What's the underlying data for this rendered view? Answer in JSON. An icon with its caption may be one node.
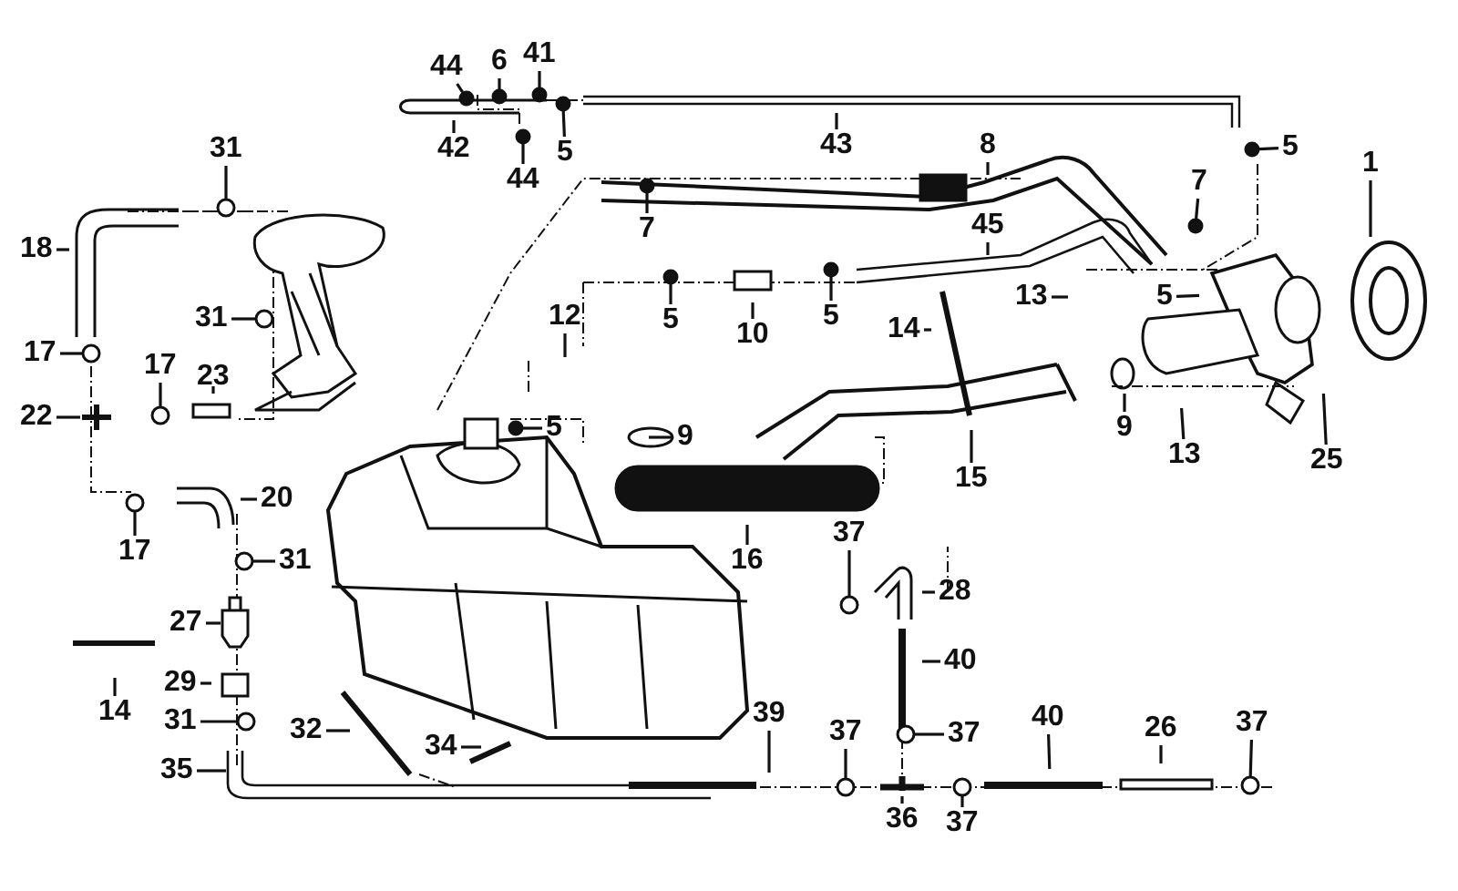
{
  "diagram": {
    "nodes": [
      {
        "text": [
          "44"
        ]
      },
      {
        "text": [
          "6"
        ]
      },
      {
        "text": [
          "41"
        ]
      },
      {
        "text": [
          "42"
        ]
      },
      {
        "text": [
          "44"
        ]
      },
      {
        "text": [
          "5"
        ]
      },
      {
        "text": [
          "43"
        ]
      },
      {
        "text": [
          "8"
        ]
      },
      {
        "text": [
          "5"
        ]
      },
      {
        "text": [
          "1"
        ]
      },
      {
        "text": [
          "31"
        ]
      },
      {
        "text": [
          "18"
        ]
      },
      {
        "text": [
          "7"
        ]
      },
      {
        "text": [
          "7"
        ]
      },
      {
        "text": [
          "45"
        ]
      },
      {
        "text": [
          "13"
        ]
      },
      {
        "text": [
          "5"
        ]
      },
      {
        "text": [
          "5"
        ]
      },
      {
        "text": [
          "10"
        ]
      },
      {
        "text": [
          "5"
        ]
      },
      {
        "text": [
          "14"
        ]
      },
      {
        "text": [
          "12"
        ]
      },
      {
        "text": [
          "31"
        ]
      },
      {
        "text": [
          "17"
        ]
      },
      {
        "text": [
          "17"
        ]
      },
      {
        "text": [
          "23"
        ]
      },
      {
        "text": [
          "22"
        ]
      },
      {
        "text": [
          "5"
        ]
      },
      {
        "text": [
          "9"
        ]
      },
      {
        "text": [
          "9"
        ]
      },
      {
        "text": [
          "13"
        ]
      },
      {
        "text": [
          "15"
        ]
      },
      {
        "text": [
          "25"
        ]
      },
      {
        "text": [
          "16"
        ]
      },
      {
        "text": [
          "20"
        ]
      },
      {
        "text": [
          "17"
        ]
      },
      {
        "text": [
          "31"
        ]
      },
      {
        "text": [
          "37"
        ]
      },
      {
        "text": [
          "28"
        ]
      },
      {
        "text": [
          "27"
        ]
      },
      {
        "text": [
          "14"
        ]
      },
      {
        "text": [
          "40"
        ]
      },
      {
        "text": [
          "29"
        ]
      },
      {
        "text": [
          "31"
        ]
      },
      {
        "text": [
          "32"
        ]
      },
      {
        "text": [
          "34"
        ]
      },
      {
        "text": [
          "39"
        ]
      },
      {
        "text": [
          "37"
        ]
      },
      {
        "text": [
          "37"
        ]
      },
      {
        "text": [
          "40"
        ]
      },
      {
        "text": [
          "26"
        ]
      },
      {
        "text": [
          "37"
        ]
      },
      {
        "text": [
          "35"
        ]
      },
      {
        "text": [
          "36"
        ]
      },
      {
        "text": [
          "37"
        ]
      },
      {
        "text": [],
        "shape": "dot"
      },
      {
        "text": [],
        "shape": "dot"
      },
      {
        "text": [],
        "shape": "dot"
      },
      {
        "text": [],
        "shape": "dot"
      },
      {
        "text": [],
        "shape": "dot"
      },
      {
        "text": [],
        "shape": "dot"
      },
      {
        "text": [],
        "shape": "circle"
      },
      {
        "text": [],
        "shape": "dot"
      },
      {
        "text": [],
        "shape": "dot"
      },
      {
        "text": [],
        "shape": "dot"
      },
      {
        "text": [],
        "shape": "dot"
      },
      {
        "text": [],
        "shape": "circle"
      },
      {
        "text": [],
        "shape": "circle"
      },
      {
        "text": [],
        "shape": "circle"
      },
      {
        "text": [],
        "shape": "dot"
      },
      {
        "text": [],
        "shape": "circle"
      },
      {
        "text": [],
        "shape": "circle"
      },
      {
        "text": [],
        "shape": "circle"
      },
      {
        "text": [],
        "shape": "circle"
      },
      {
        "text": [],
        "shape": "circle"
      },
      {
        "text": [],
        "shape": "circle"
      },
      {
        "text": [],
        "shape": "circle"
      },
      {
        "text": [],
        "shape": "circle"
      },
      {
        "text": [],
        "shape": "box"
      }
    ],
    "edges": [
      {
        "from": 0,
        "to": 55,
        "arrow": "none"
      },
      {
        "from": 1,
        "to": 56,
        "arrow": "none"
      },
      {
        "from": 2,
        "to": 57,
        "arrow": "none"
      },
      {
        "from": 3,
        "to": null,
        "arrow": "none"
      },
      {
        "from": 4,
        "to": 58,
        "arrow": "none"
      },
      {
        "from": 5,
        "to": 59,
        "arrow": "none"
      },
      {
        "from": 6,
        "to": null,
        "arrow": "none"
      },
      {
        "from": 7,
        "to": null,
        "arrow": "none"
      },
      {
        "from": 8,
        "to": 60,
        "arrow": "none"
      },
      {
        "from": 9,
        "to": null,
        "arrow": "none"
      },
      {
        "from": 10,
        "to": 61,
        "arrow": "none"
      },
      {
        "from": 11,
        "to": null,
        "arrow": "none"
      },
      {
        "from": 12,
        "to": 62,
        "arrow": "none"
      },
      {
        "from": 13,
        "to": 63,
        "arrow": "none"
      },
      {
        "from": 14,
        "to": null,
        "arrow": "none"
      },
      {
        "from": 15,
        "to": null,
        "arrow": "none"
      },
      {
        "from": 16,
        "to": null,
        "arrow": "none"
      },
      {
        "from": 17,
        "to": 64,
        "arrow": "none"
      },
      {
        "from": 18,
        "to": null,
        "arrow": "none"
      },
      {
        "from": 19,
        "to": 65,
        "arrow": "none"
      },
      {
        "from": 20,
        "to": null,
        "arrow": "none"
      },
      {
        "from": 21,
        "to": null,
        "arrow": "none"
      },
      {
        "from": 22,
        "to": 66,
        "arrow": "none"
      },
      {
        "from": 23,
        "to": 67,
        "arrow": "none"
      },
      {
        "from": 24,
        "to": 68,
        "arrow": "none"
      },
      {
        "from": 25,
        "to": null,
        "arrow": "none"
      },
      {
        "from": 26,
        "to": null,
        "arrow": "none"
      },
      {
        "from": 27,
        "to": 69,
        "arrow": "none"
      },
      {
        "from": 28,
        "to": null,
        "arrow": "none"
      },
      {
        "from": 29,
        "to": null,
        "arrow": "none"
      },
      {
        "from": 30,
        "to": null,
        "arrow": "none"
      },
      {
        "from": 31,
        "to": null,
        "arrow": "none"
      },
      {
        "from": 32,
        "to": null,
        "arrow": "none"
      },
      {
        "from": 33,
        "to": null,
        "arrow": "none"
      },
      {
        "from": 34,
        "to": null,
        "arrow": "none"
      },
      {
        "from": 35,
        "to": 70,
        "arrow": "none"
      },
      {
        "from": 36,
        "to": 71,
        "arrow": "none"
      },
      {
        "from": 37,
        "to": 72,
        "arrow": "none"
      },
      {
        "from": 38,
        "to": null,
        "arrow": "none"
      },
      {
        "from": 39,
        "to": 78,
        "arrow": "none"
      },
      {
        "from": 40,
        "to": null,
        "arrow": "none"
      },
      {
        "from": 41,
        "to": null,
        "arrow": "none"
      },
      {
        "from": 42,
        "to": null,
        "arrow": "none"
      },
      {
        "from": 43,
        "to": 73,
        "arrow": "none"
      },
      {
        "from": 44,
        "to": null,
        "arrow": "none"
      },
      {
        "from": 45,
        "to": null,
        "arrow": "none"
      },
      {
        "from": 46,
        "to": null,
        "arrow": "none"
      },
      {
        "from": 47,
        "to": 74,
        "arrow": "none"
      },
      {
        "from": 48,
        "to": 75,
        "arrow": "none"
      },
      {
        "from": 49,
        "to": null,
        "arrow": "none"
      },
      {
        "from": 50,
        "to": null,
        "arrow": "none"
      },
      {
        "from": 51,
        "to": 76,
        "arrow": "none"
      },
      {
        "from": 52,
        "to": null,
        "arrow": "none"
      },
      {
        "from": 53,
        "to": null,
        "arrow": "none"
      },
      {
        "from": 54,
        "to": 77,
        "arrow": "none"
      }
    ]
  }
}
